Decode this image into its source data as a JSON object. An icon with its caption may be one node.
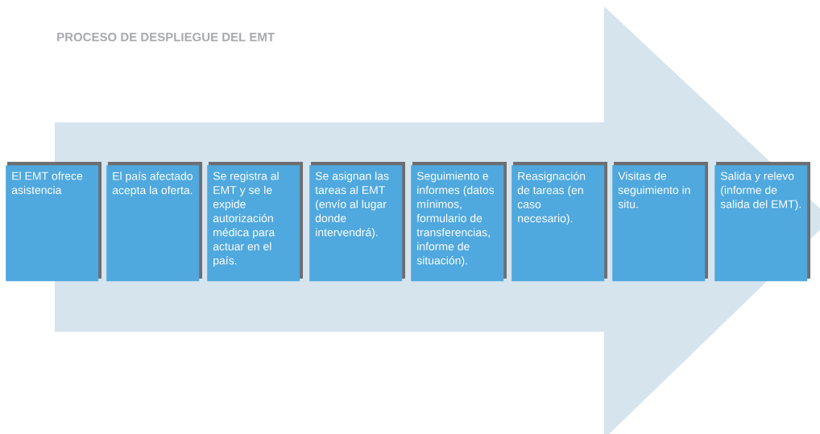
{
  "diagram": {
    "title": "PROCESO DE DESPLIEGUE DEL EMT",
    "nodes": [
      {
        "text": [
          "El EMT ofrece asistencia"
        ]
      },
      {
        "text": [
          "El país afectado acepta la oferta."
        ]
      },
      {
        "text": [
          "Se registra al EMT y se le expide autorización médica para actuar en el país."
        ]
      },
      {
        "text": [
          "Se asignan las tareas al EMT (envío al lugar donde intervendrá)."
        ]
      },
      {
        "text": [
          "Seguimiento e informes (datos mínimos, formulario de transferencias, informe de situación)."
        ]
      },
      {
        "text": [
          "Reasignación de tareas (en caso necesario)."
        ]
      },
      {
        "text": [
          "Visitas de seguimiento in situ."
        ]
      },
      {
        "text": [
          "Salida y relevo (informe de salida del EMT)."
        ]
      }
    ],
    "edges": [
      {
        "from": 0,
        "to": 7,
        "arrow": "to"
      }
    ]
  }
}
